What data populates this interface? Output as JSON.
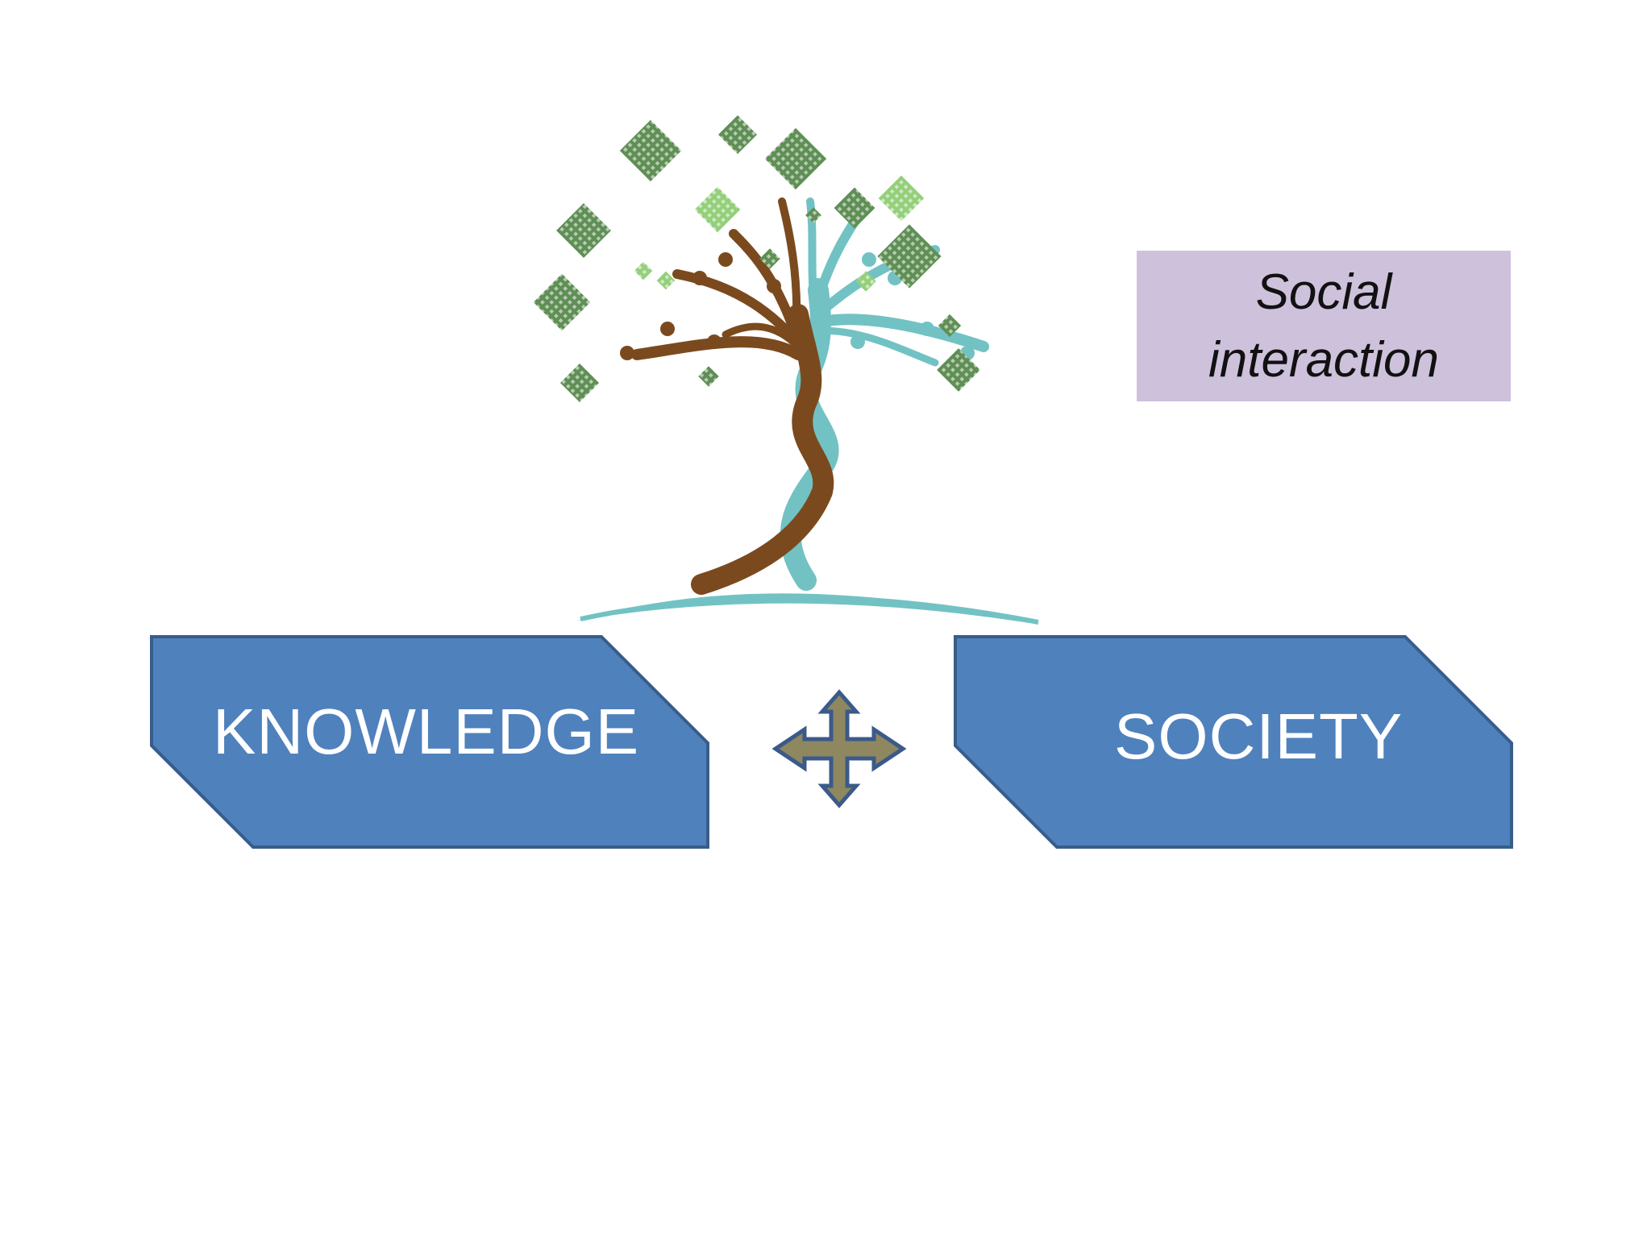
{
  "note": {
    "line1": "Social",
    "line2": "interaction"
  },
  "nodes": {
    "left_label": "KNOWLEDGE",
    "right_label": "SOCIETY"
  },
  "colors": {
    "shape_fill": "#4f81bd",
    "shape_stroke": "#385d8a",
    "note_fill": "#cdc1dc",
    "arrow_fill": "#8e8760",
    "arrow_stroke": "#3b5a8a",
    "trunk_brown": "#7a4a1e",
    "trunk_teal": "#72c2c4",
    "leaf_green": "#5f8f55",
    "leaf_light": "#94cf7a"
  },
  "icons": {
    "tree": "tree-of-people-logo",
    "arrows": "four-way-arrow-icon"
  }
}
